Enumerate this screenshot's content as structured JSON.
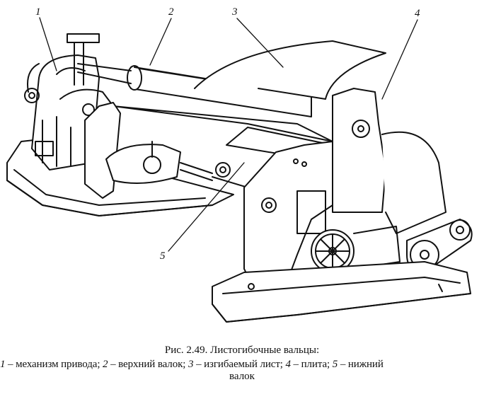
{
  "figure": {
    "callouts": [
      "1",
      "2",
      "3",
      "4",
      "5"
    ]
  },
  "caption": {
    "title": "Рис. 2.49. Листогибочные вальцы:",
    "items": [
      {
        "num": "1",
        "text": " – механизм привода; "
      },
      {
        "num": "2",
        "text": " – верхний валок; "
      },
      {
        "num": "3",
        "text": " – изгибаемый лист; "
      },
      {
        "num": "4",
        "text": " – плита; "
      },
      {
        "num": "5",
        "text": " – нижний"
      }
    ],
    "tail": "валок"
  }
}
